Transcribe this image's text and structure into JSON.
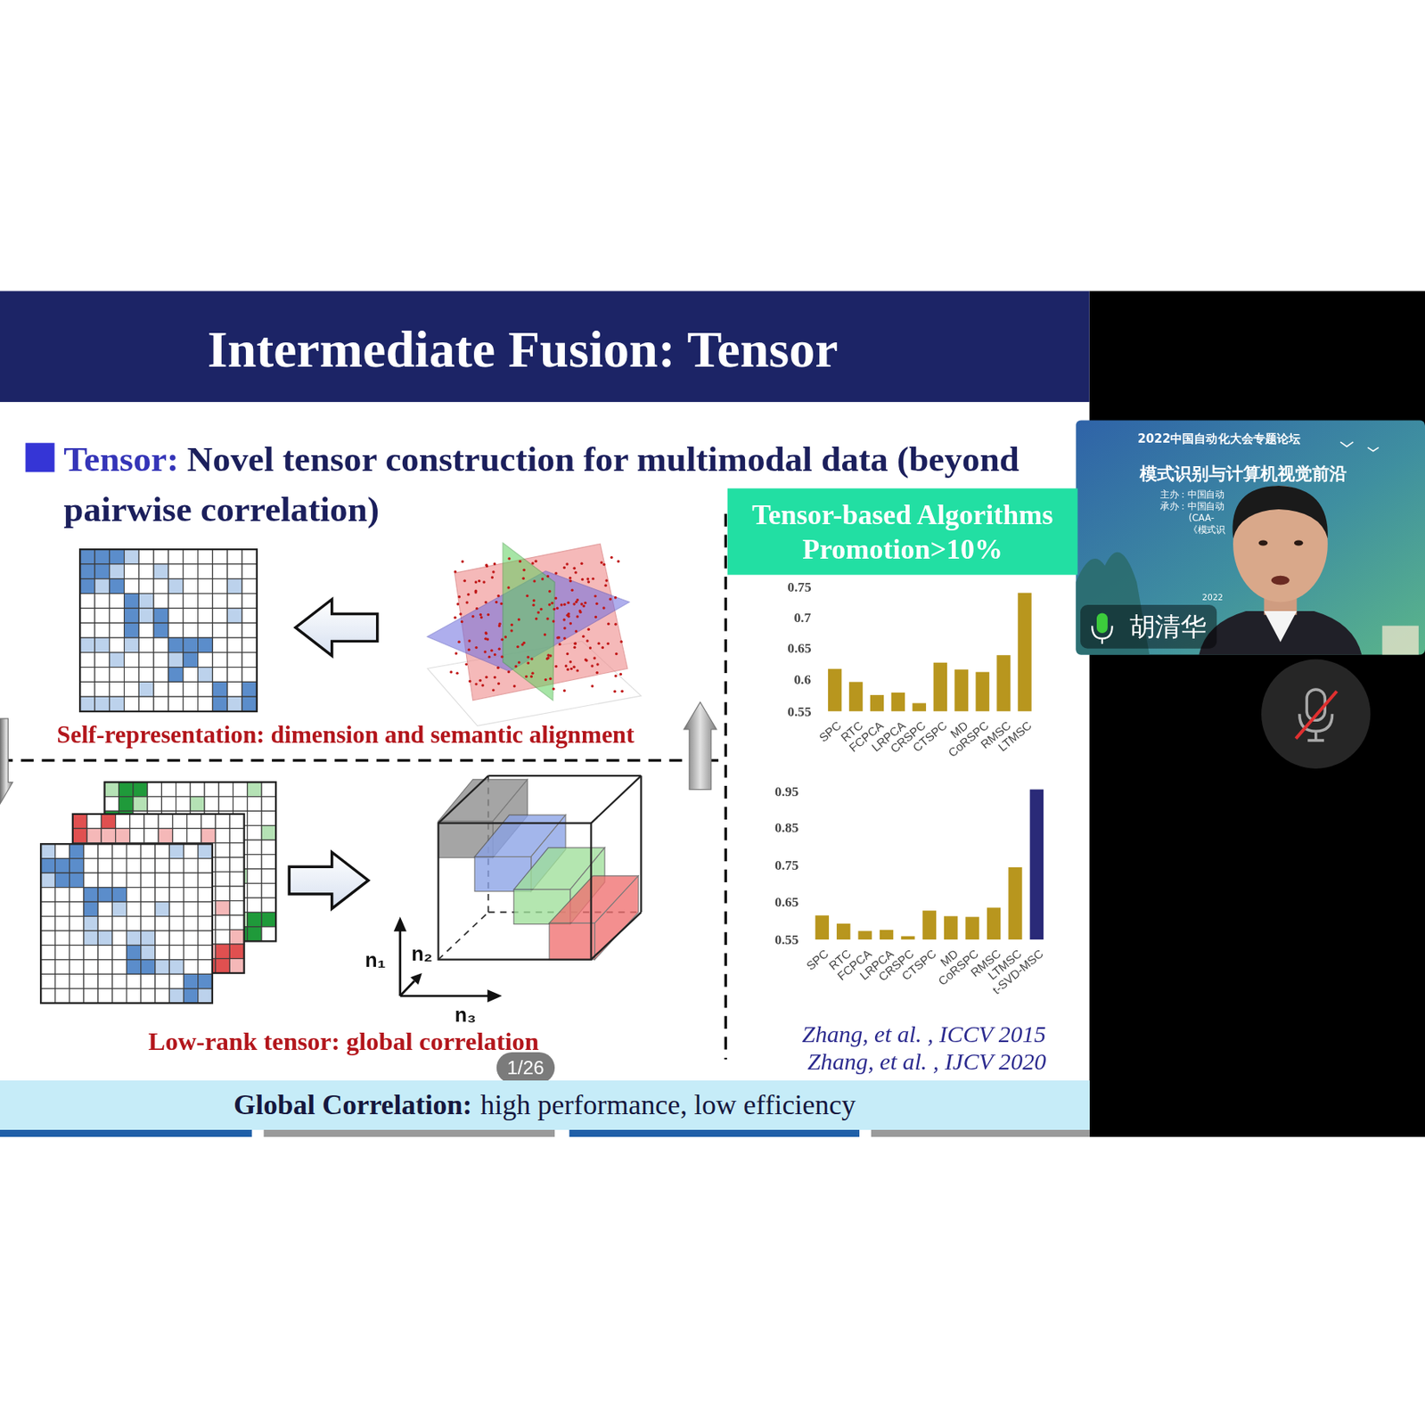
{
  "diagram": {
    "title": "Intermediate Fusion: Tensor",
    "nodes": [
      {
        "text": [
          "Tensor-based Algorithms Promotion>10%"
        ]
      },
      {
        "text": [
          "1/26"
        ]
      },
      {
        "text": [
          "Global Correlation:",
          "high performance, low efficiency"
        ]
      }
    ],
    "labels": [
      "Tensor:",
      "Novel tensor construction for multimodal data (beyond pairwise correlation)",
      "Self-representation: dimension and semantic alignment",
      "Low-rank tensor: global correlation",
      "n₁",
      "n₂",
      "n₃",
      "0.75",
      "0.7",
      "0.65",
      "0.6",
      "0.55",
      "SPC",
      "RTC",
      "FCPCA",
      "LRPCA",
      "CRSPC",
      "CTSPC",
      "MD",
      "CoRSPC",
      "RMSC",
      "LTMSC",
      "0.95",
      "0.85",
      "0.75",
      "0.65",
      "0.55",
      "SPC",
      "RTC",
      "FCPCA",
      "LRPCA",
      "CRSPC",
      "CTSPC",
      "MD",
      "CoRSPC",
      "RMSC",
      "LTMSC",
      "t-SVD-MSC",
      "Zhang, et al. , ICCV 2015",
      "Zhang, et al. , IJCV 2020",
      "2022中国自动化大会专题论坛",
      "模式识别与计算机视觉前沿",
      "主办：中国自动",
      "承办：中国自动",
      "(CAA-",
      "《模式识",
      "2022",
      "胡清华"
    ]
  }
}
